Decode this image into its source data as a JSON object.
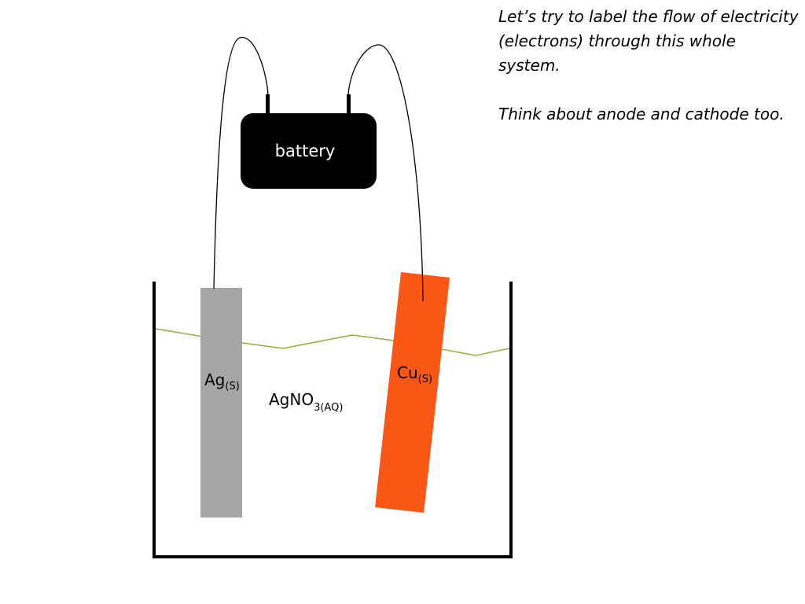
{
  "prompt": {
    "line1": "Let’s try to label the flow of electricity (electrons) through this whole system.",
    "line2": "Think about anode and cathode too."
  },
  "battery": {
    "label": "battery"
  },
  "silver_electrode": {
    "symbol": "Ag",
    "state": "(S)"
  },
  "copper_electrode": {
    "symbol": "Cu",
    "state": "(S)"
  },
  "solution": {
    "formula": "AgNO",
    "subscript": "3(AQ)"
  },
  "colors": {
    "battery": "#000000",
    "silver": "#a6a6a6",
    "copper": "#f85715",
    "liquid_line": "#8fae3d",
    "beaker": "#000000"
  }
}
